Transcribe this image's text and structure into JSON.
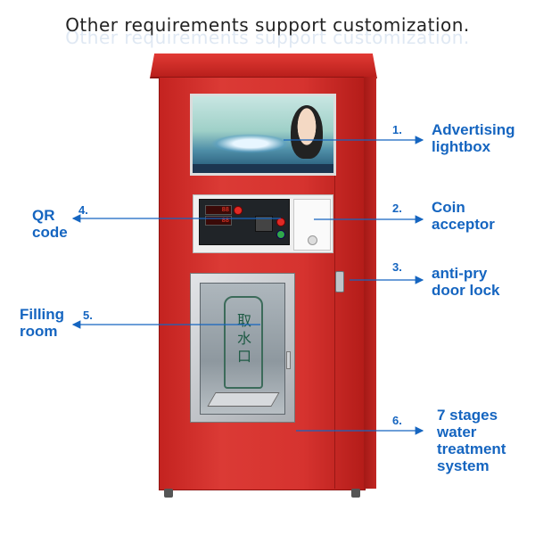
{
  "headline": "Other requirements support customization.",
  "callouts": [
    {
      "num": "1.",
      "label": "Advertising lightbox"
    },
    {
      "num": "2.",
      "label": "Coin acceptor"
    },
    {
      "num": "3.",
      "label": "anti-pry door lock"
    },
    {
      "num": "4.",
      "label": "QR code"
    },
    {
      "num": "5.",
      "label": "Filling room"
    },
    {
      "num": "6.",
      "label": "7 stages water treatment system"
    }
  ],
  "filling_room_sign": "取水口",
  "colors": {
    "cabinet": "#d6332f",
    "callout": "#1565c0"
  },
  "icons": [
    "arrow-right-icon",
    "arrow-left-icon"
  ]
}
